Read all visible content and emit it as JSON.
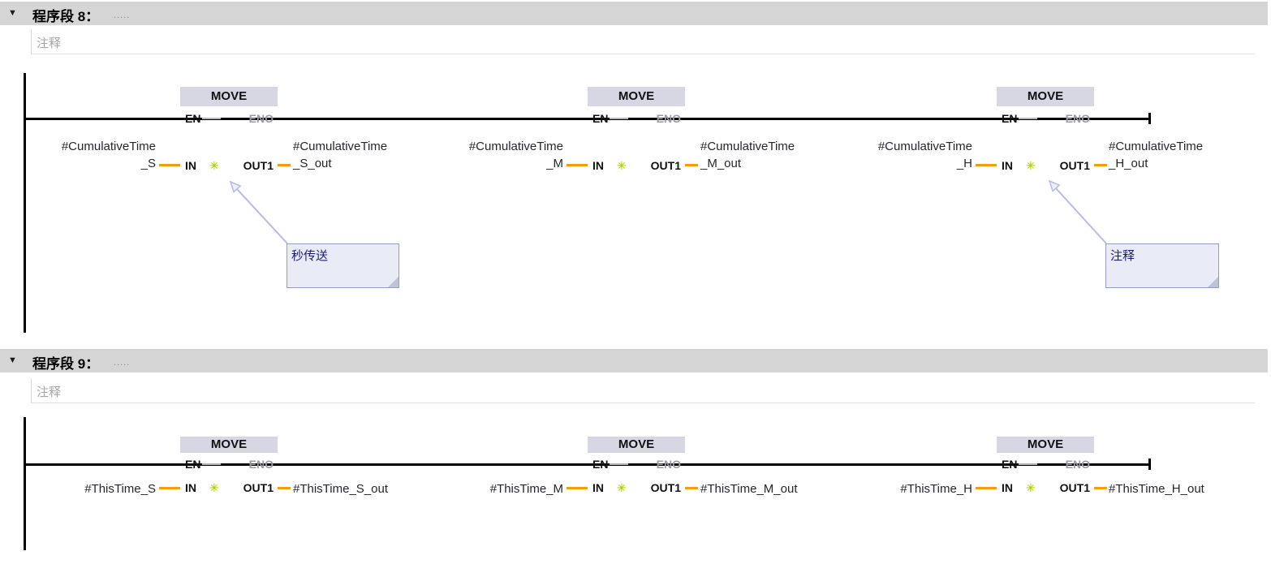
{
  "icons": {
    "collapse": "▼",
    "out_modify": "✳"
  },
  "colors": {
    "header_bar": "#D5D5D5",
    "block_fill": "#E9EAF1",
    "block_header": "#D6D7E2",
    "wire_orange": "#F2A007",
    "rail_black": "#000000",
    "star_green": "#A9C80A",
    "note_fill": "#E9EBF7",
    "note_border": "#979DC1",
    "note_text": "#1C1C6E",
    "eno_disabled": "#9B9BA6",
    "placeholder_gray": "#A6A6A6"
  },
  "networks": [
    {
      "title": "程序段 8：",
      "title_placeholder": ".....",
      "comment_placeholder": "注释",
      "blocks": [
        {
          "title": "MOVE",
          "en": "EN",
          "eno": "ENO",
          "in": "IN",
          "out": "OUT1",
          "input": "#CumulativeTime\n_S",
          "output": "#CumulativeTime\n_S_out"
        },
        {
          "title": "MOVE",
          "en": "EN",
          "eno": "ENO",
          "in": "IN",
          "out": "OUT1",
          "input": "#CumulativeTime\n_M",
          "output": "#CumulativeTime\n_M_out"
        },
        {
          "title": "MOVE",
          "en": "EN",
          "eno": "ENO",
          "in": "IN",
          "out": "OUT1",
          "input": "#CumulativeTime\n_H",
          "output": "#CumulativeTime\n_H_out"
        }
      ],
      "notes": [
        {
          "text": "秒传送"
        },
        {
          "text": "注释"
        }
      ]
    },
    {
      "title": "程序段 9：",
      "title_placeholder": ".....",
      "comment_placeholder": "注释",
      "blocks": [
        {
          "title": "MOVE",
          "en": "EN",
          "eno": "ENO",
          "in": "IN",
          "out": "OUT1",
          "input": "#ThisTime_S",
          "output": "#ThisTime_S_out"
        },
        {
          "title": "MOVE",
          "en": "EN",
          "eno": "ENO",
          "in": "IN",
          "out": "OUT1",
          "input": "#ThisTime_M",
          "output": "#ThisTime_M_out"
        },
        {
          "title": "MOVE",
          "en": "EN",
          "eno": "ENO",
          "in": "IN",
          "out": "OUT1",
          "input": "#ThisTime_H",
          "output": "#ThisTime_H_out"
        }
      ],
      "notes": []
    }
  ]
}
